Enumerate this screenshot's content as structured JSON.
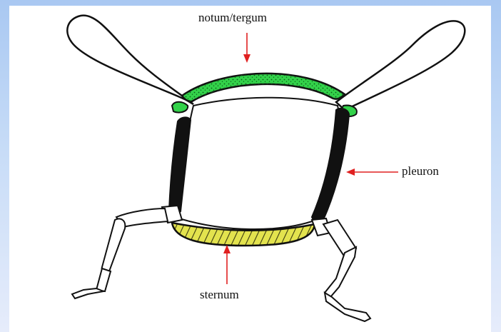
{
  "labels": {
    "notum": "notum/tergum",
    "pleuron": "pleuron",
    "sternum": "sternum"
  },
  "colors": {
    "notum": "#33d24a",
    "pleuron": "#111111",
    "sternum": "#e3e34e",
    "arrow": "#e02020",
    "outline": "#111111"
  }
}
